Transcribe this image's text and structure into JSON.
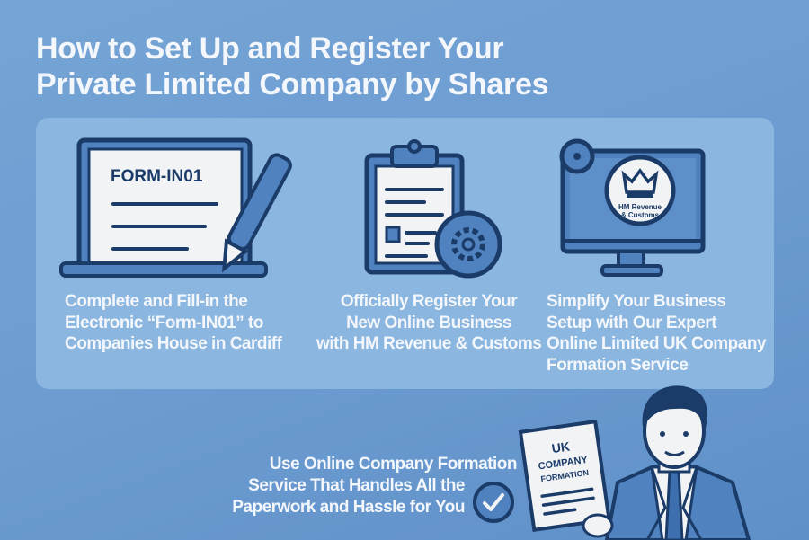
{
  "title": {
    "line1": "How to Set Up and Register Your",
    "line2": "Private Limited Company by Shares"
  },
  "steps": [
    {
      "icon": "laptop-form-pen-icon",
      "form_label": "FORM-IN01",
      "lines": [
        "Complete and Fill-in the",
        "Electronic “Form-IN01” to",
        "Companies House in Cardiff"
      ]
    },
    {
      "icon": "clipboard-gear-icon",
      "lines": [
        "Officially Register Your",
        "New Online Business",
        "with HM Revenue & Customs"
      ]
    },
    {
      "icon": "monitor-hmrc-icon",
      "badge_line1": "HM Revenue",
      "badge_line2": "& Customs",
      "lines": [
        "Simplify Your Business",
        "Setup with Our Expert",
        "Online Limited UK Company",
        "Formation Service"
      ]
    }
  ],
  "cta": {
    "lines": [
      "Use Online Company Formation",
      "Service That Handles All the",
      "Paperwork and Hassle for You"
    ],
    "icon": "check-circle-icon"
  },
  "person": {
    "doc_line1": "UK",
    "doc_line2": "COMPANY",
    "doc_line3": "FORMATION"
  },
  "colors": {
    "background": "#6b9bd0",
    "panel": "#8ab6df",
    "navy": "#1b3b68",
    "mid_blue": "#4f82bf",
    "paper": "#f1f3f5"
  }
}
